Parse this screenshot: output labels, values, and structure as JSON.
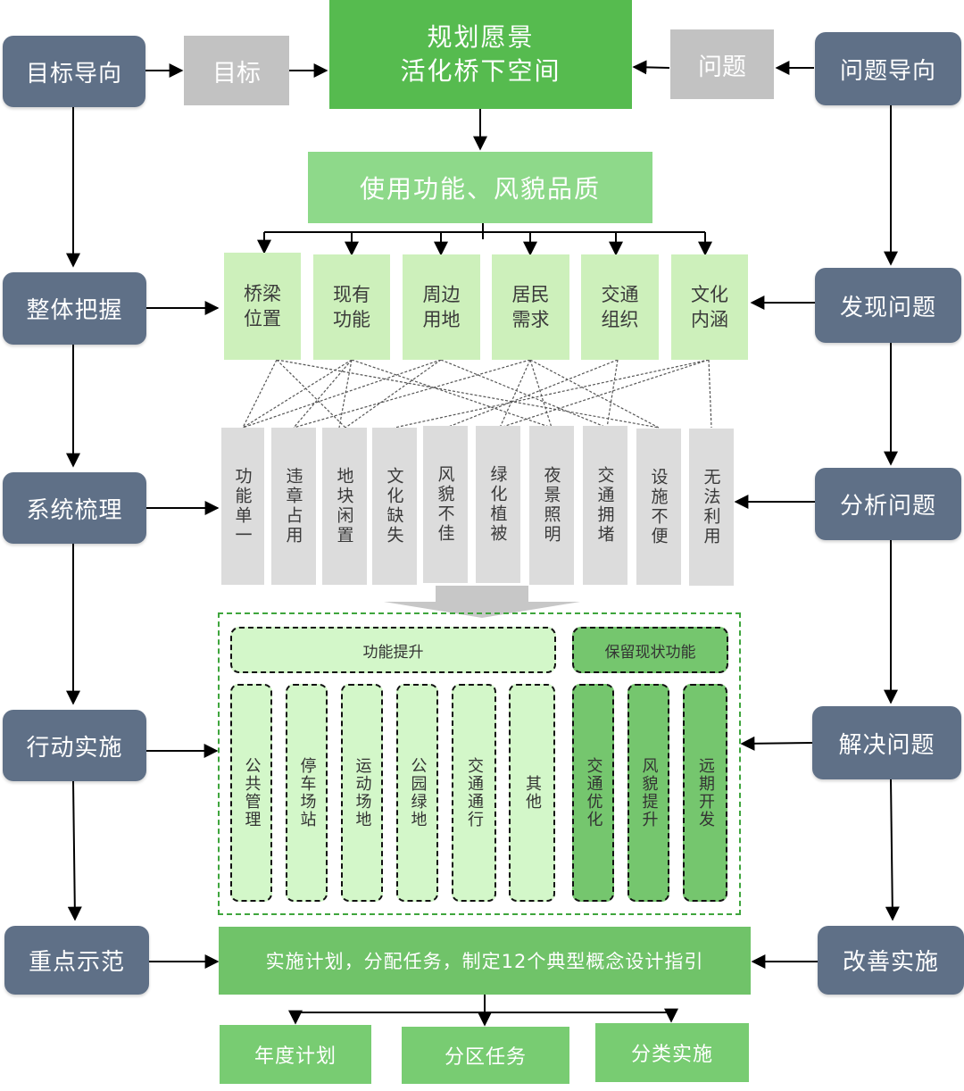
{
  "left_column": [
    "目标导向",
    "整体把握",
    "系统梳理",
    "行动实施",
    "重点示范"
  ],
  "right_column": [
    "问题导向",
    "发现问题",
    "分析问题",
    "解决问题",
    "改善实施"
  ],
  "goal_label": "目标",
  "problem_label": "问题",
  "vision": "规划愿景\n活化桥下空间",
  "quality_banner": "使用功能、风貌品质",
  "factors": [
    "桥梁\n位置",
    "现有\n功能",
    "周边\n用地",
    "居民\n需求",
    "交通\n组织",
    "文化\n内涵"
  ],
  "problems": [
    "功能单一",
    "违章占用",
    "地块闲置",
    "文化缺失",
    "风貌不佳",
    "绿化植被",
    "夜景照明",
    "交通拥堵",
    "设施不便",
    "无法利用"
  ],
  "group_upgrade": "功能提升",
  "group_keep": "保留现状功能",
  "upgrade_measures": [
    "公共管理",
    "停车场站",
    "运动场地",
    "公园绿地",
    "交通通行",
    "其他"
  ],
  "keep_measures": [
    "交通优化",
    "风貌提升",
    "远期开发"
  ],
  "implementation": "实施计划，分配任务，制定12个典型概念设计指引",
  "outputs": [
    "年度计划",
    "分区任务",
    "分类实施"
  ],
  "colors": {
    "side_box": "#5f7087",
    "vision": "#56bb4f",
    "banner": "#8ed98a",
    "factor": "#cdf0bb",
    "problem": "#dcdcdc",
    "measure_light": "#d3f7c9",
    "measure_dark": "#75c66e"
  }
}
